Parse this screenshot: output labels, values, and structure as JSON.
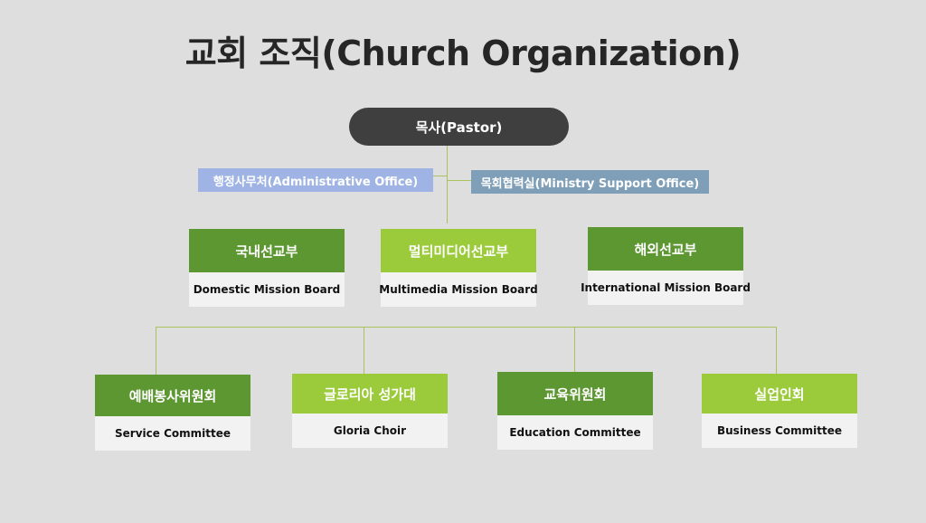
{
  "title": "교회 조직(Church Organization)",
  "pastor": {
    "label": "목사(Pastor)",
    "color": "#3f3f3f"
  },
  "offices": [
    {
      "label": "행정사무처(Administrative Office)",
      "color": "#9fb4e4"
    },
    {
      "label": "목회협력실(Ministry Support Office)",
      "color": "#7f9fb8"
    }
  ],
  "mission_boards": [
    {
      "korean": "국내선교부",
      "english": "Domestic Mission Board",
      "color": "#5d9732"
    },
    {
      "korean": "멀티미디어선교부",
      "english": "Multimedia Mission Board",
      "color": "#9bcb3b"
    },
    {
      "korean": "해외선교부",
      "english": "International Mission Board",
      "color": "#5d9732"
    }
  ],
  "committees": [
    {
      "korean": "예배봉사위원회",
      "english": "Service Committee",
      "color": "#5d9732"
    },
    {
      "korean": "글로리아 성가대",
      "english": "Gloria Choir",
      "color": "#9bcb3b"
    },
    {
      "korean": "교육위원회",
      "english": "Education Committee",
      "color": "#5d9732"
    },
    {
      "korean": "실업인회",
      "english": "Business Committee",
      "color": "#9bcb3b"
    }
  ],
  "connector_color": "#a9c25e"
}
